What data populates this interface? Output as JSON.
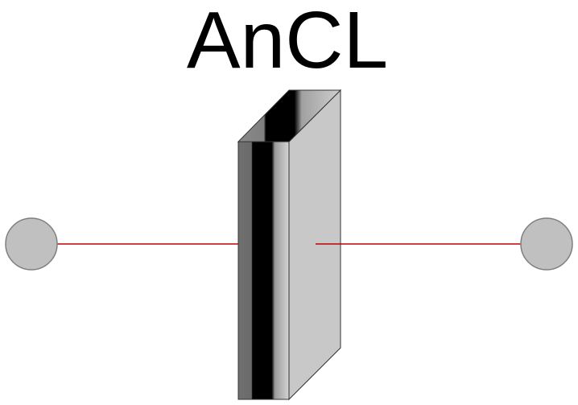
{
  "diagram": {
    "title": "AnCL",
    "colors": {
      "background": "#ffffff",
      "port_fill": "#c0c0c0",
      "port_stroke": "#7f7f7f",
      "connection_line": "#c00000",
      "plate_light": "#c8c8c8",
      "plate_mid": "#7a7a7a",
      "plate_dark": "#000000",
      "outline": "#333333"
    },
    "ports": [
      {
        "name": "left-port",
        "icon": "circle"
      },
      {
        "name": "right-port",
        "icon": "circle"
      }
    ],
    "component": {
      "icon": "layered-plate",
      "layers": [
        "dark-gray",
        "black",
        "light-gray"
      ]
    }
  }
}
